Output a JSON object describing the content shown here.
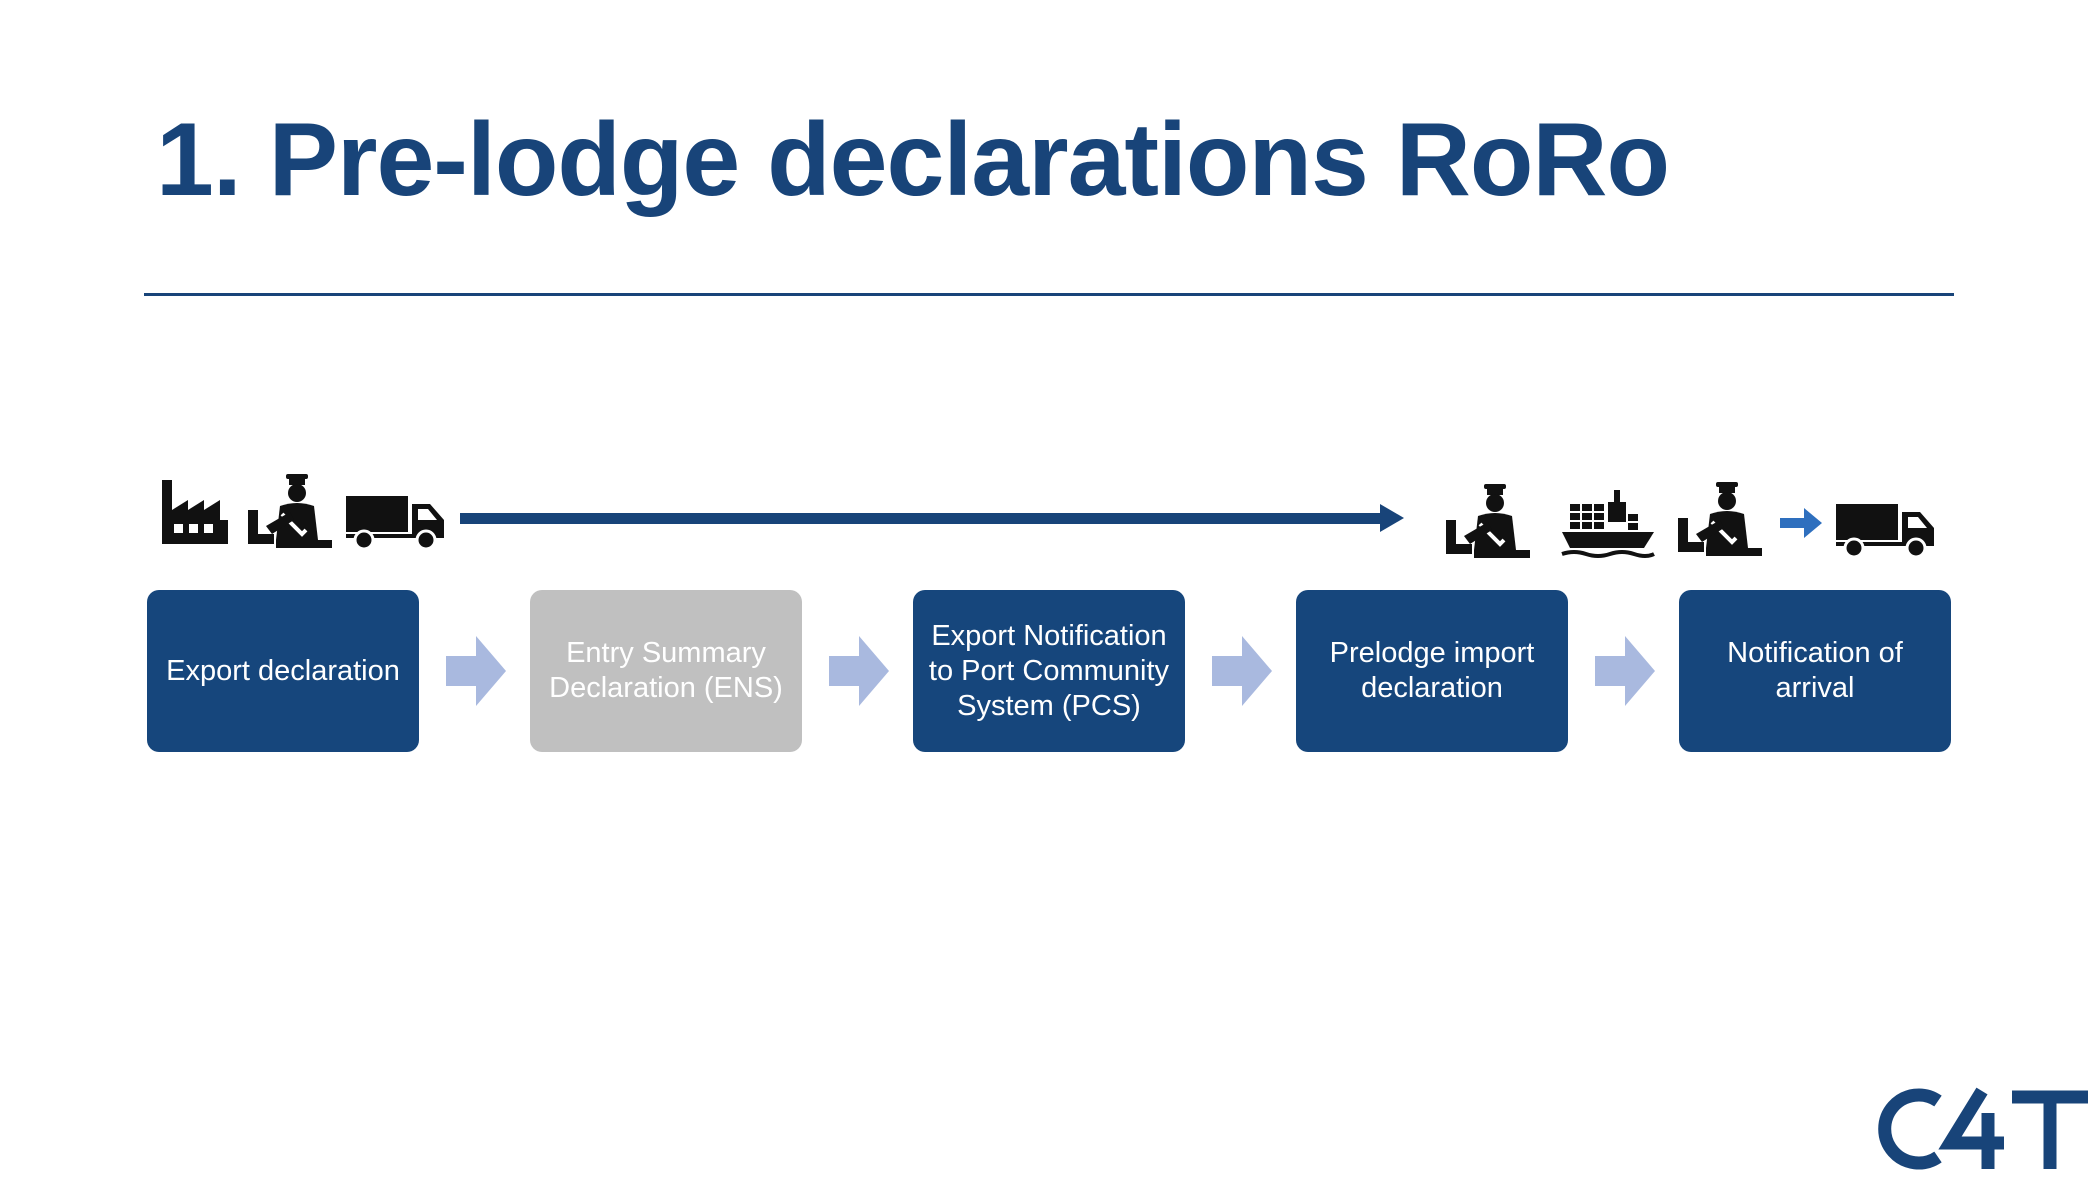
{
  "title": "1. Pre-lodge declarations RoRo",
  "colors": {
    "primary": "#16467c",
    "inactive": "#c0c0c0",
    "arrow": "#a9b9df",
    "icon": "#111111",
    "accent_arrow": "#2e6fbe"
  },
  "icons_left": [
    "factory-icon",
    "customs-officer-icon",
    "truck-icon"
  ],
  "icons_right": [
    "customs-officer-icon",
    "container-ship-icon",
    "customs-officer-icon",
    "right-arrow-icon",
    "truck-icon"
  ],
  "steps": [
    {
      "label": "Export declaration",
      "state": "active"
    },
    {
      "label": "Entry Summary Declaration (ENS)",
      "state": "inactive"
    },
    {
      "label": "Export Notification to Port Community System (PCS)",
      "state": "active"
    },
    {
      "label": "Prelodge import declaration",
      "state": "active"
    },
    {
      "label": "Notification of arrival",
      "state": "active"
    }
  ],
  "logo_text": "C4T"
}
